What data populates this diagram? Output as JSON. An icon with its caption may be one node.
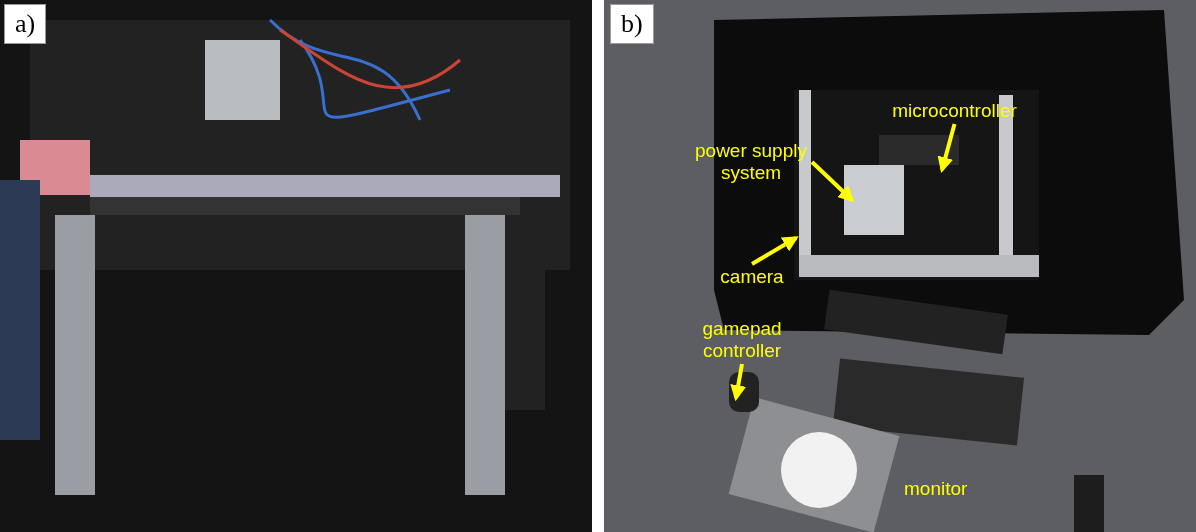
{
  "diagram": {
    "nodes": [
      {
        "text": [
          "microcontroller"
        ]
      },
      {
        "text": [
          "power supply system"
        ]
      },
      {
        "text": [
          "camera"
        ]
      },
      {
        "text": [
          "gamepad controller"
        ]
      }
    ],
    "edges": [
      {
        "from": 0,
        "to": null,
        "arrow": "to"
      },
      {
        "from": 1,
        "to": null,
        "arrow": "to"
      },
      {
        "from": 2,
        "to": null,
        "arrow": "to"
      },
      {
        "from": 3,
        "to": null,
        "arrow": "to"
      }
    ],
    "labels": [
      "a)",
      "b)",
      "monitor"
    ]
  }
}
